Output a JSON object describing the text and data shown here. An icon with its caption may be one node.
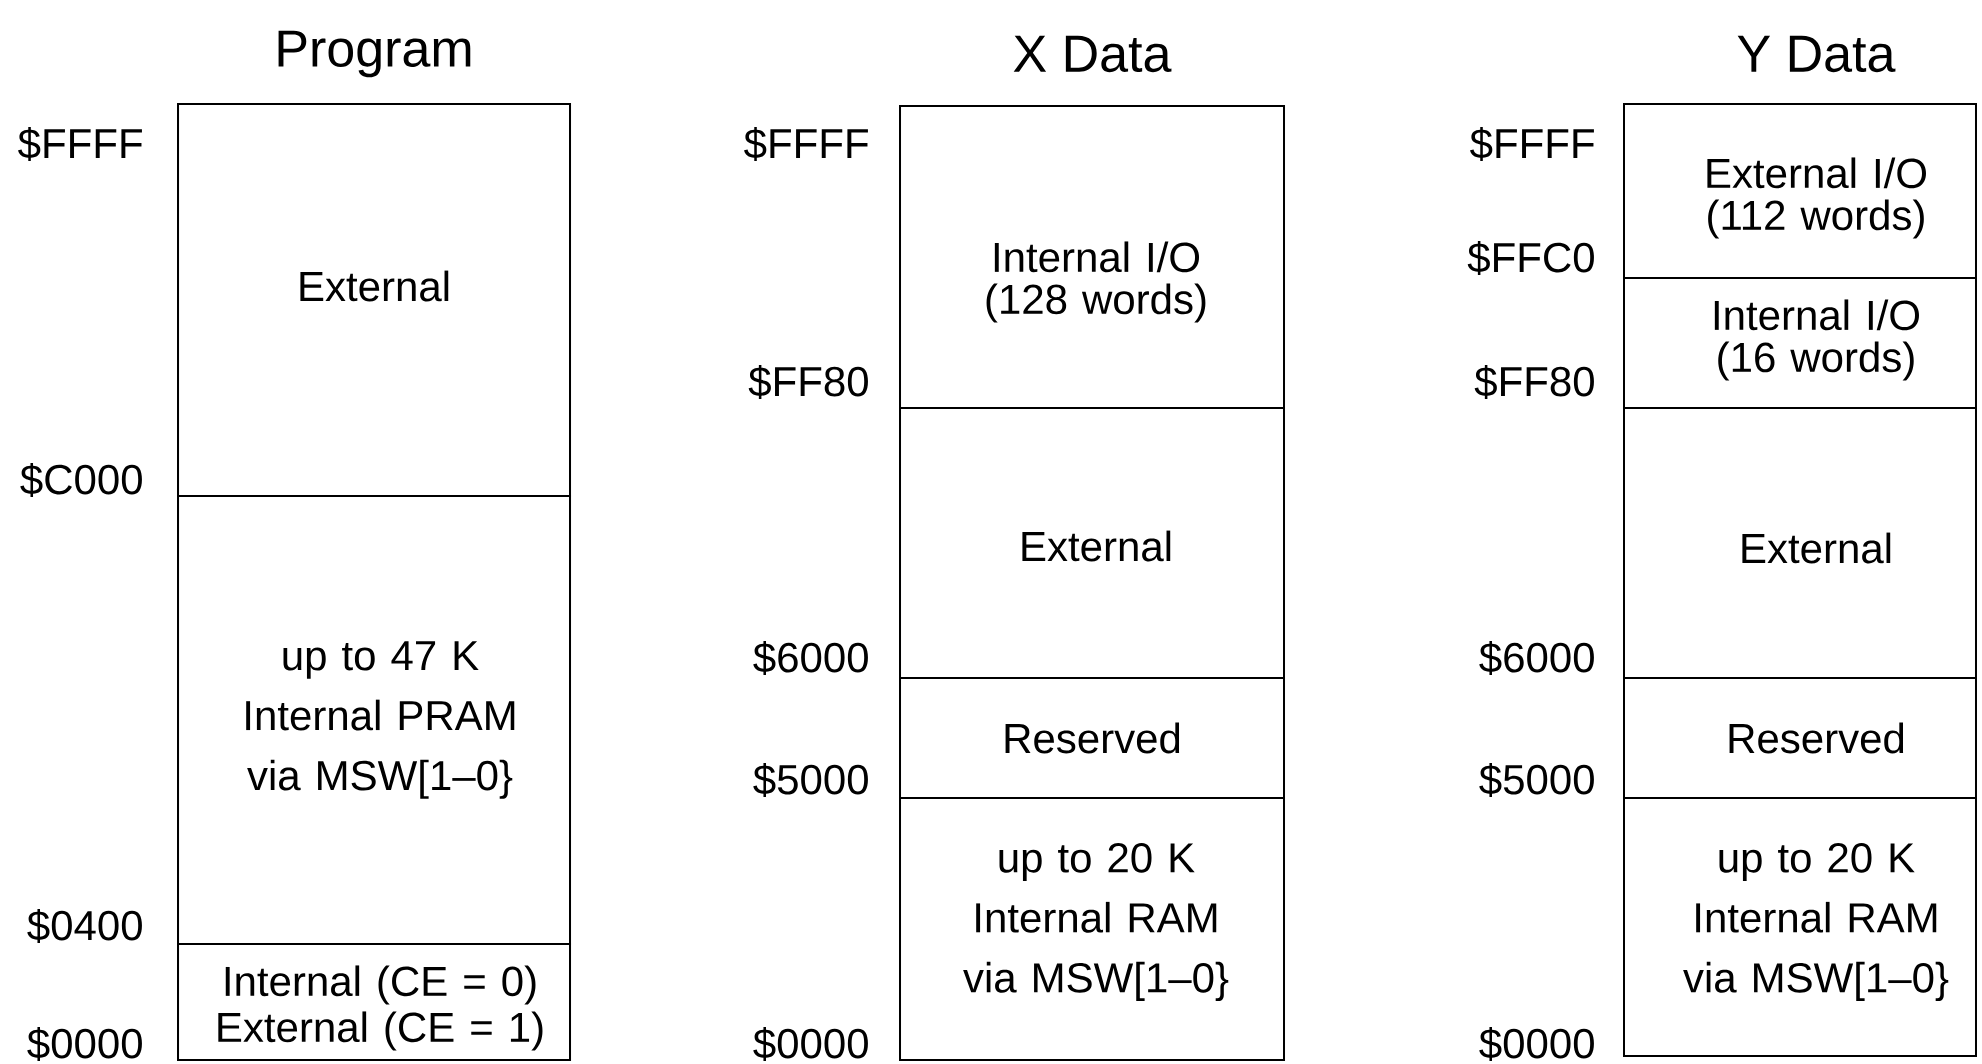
{
  "diagram": {
    "nodes": [
      {
        "text": [
          "Program"
        ]
      },
      {
        "text": [
          "External"
        ],
        "in": 0
      },
      {
        "text": [
          "up to 47 K",
          "Internal PRAM",
          "via MSW[1–0}"
        ],
        "in": 0
      },
      {
        "text": [
          "Internal (CE = 0)",
          "External (CE = 1)"
        ],
        "in": 0
      },
      {
        "text": [
          "X Data"
        ]
      },
      {
        "text": [
          "Internal I/O (128 words)"
        ],
        "in": 4
      },
      {
        "text": [
          "External"
        ],
        "in": 4
      },
      {
        "text": [
          "Reserved"
        ],
        "in": 4
      },
      {
        "text": [
          "up to 20 K",
          "Internal RAM",
          "via MSW[1–0}"
        ],
        "in": 4
      },
      {
        "text": [
          "Y Data"
        ]
      },
      {
        "text": [
          "External I/O (112 words)"
        ],
        "in": 9
      },
      {
        "text": [
          "Internal I/O (16 words)"
        ],
        "in": 9
      },
      {
        "text": [
          "External"
        ],
        "in": 9
      },
      {
        "text": [
          "Reserved"
        ],
        "in": 9
      },
      {
        "text": [
          "up to 20 K",
          "Internal RAM",
          "via MSW[1–0}"
        ],
        "in": 9
      }
    ],
    "labels": [
      "$FFFF",
      "$C000",
      "$0400",
      "$0000",
      "$FFFF",
      "$FF80",
      "$6000",
      "$5000",
      "$0000",
      "$FFFF",
      "$FFC0",
      "$FF80",
      "$6000",
      "$5000",
      "$0000"
    ]
  }
}
